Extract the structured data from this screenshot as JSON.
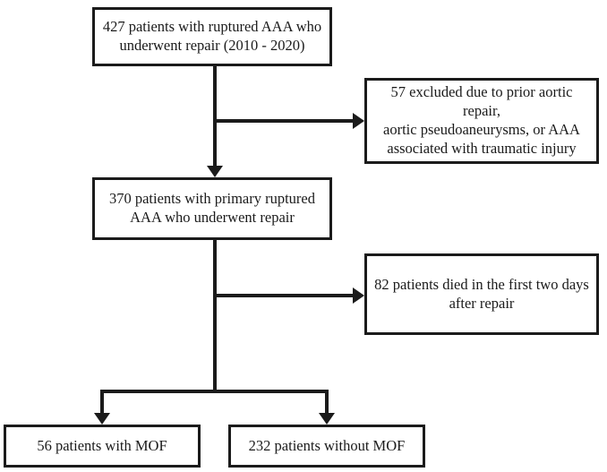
{
  "figure": {
    "type": "flowchart",
    "title": "Patient selection flow diagram",
    "background_color": "#ffffff",
    "line_color": "#1b1b1b",
    "text_color": "#1b1b1b",
    "nodes": {
      "enrolled": "427 patients with ruptured AAA who\nunderwent repair (2010 - 2020)",
      "excluded": "57 excluded due to prior aortic repair,\naortic pseudoaneurysms, or AAA\nassociated with traumatic injury",
      "primary": "370 patients with primary ruptured\nAAA who underwent repair",
      "died": "82 patients died in the first two days\nafter repair",
      "with_mof": "56 patients with MOF",
      "without_mof": "232 patients without MOF"
    }
  }
}
